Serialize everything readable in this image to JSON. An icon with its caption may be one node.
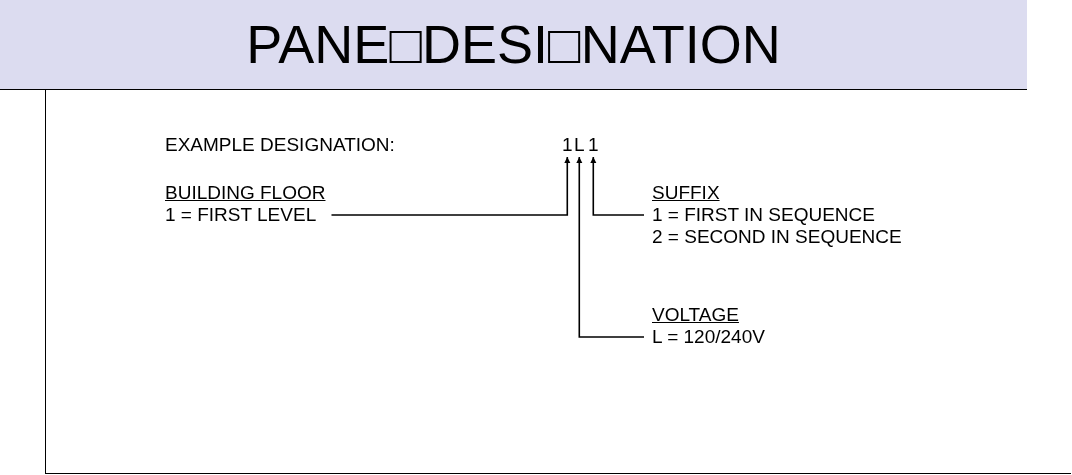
{
  "diagram": {
    "title": "PANE□DESI□NATION",
    "nodes": [
      {
        "text": [
          "1"
        ]
      },
      {
        "text": [
          "L"
        ]
      },
      {
        "text": [
          "1"
        ]
      },
      {
        "text": [
          "BUILDING FLOOR",
          "1 = FIRST LEVEL"
        ]
      },
      {
        "text": [
          "SUFFIX",
          "1 = FIRST IN SEQUENCE",
          "2 = SECOND IN SEQUENCE"
        ]
      },
      {
        "text": [
          "VOLTAGE",
          "L = 120/240V"
        ]
      }
    ],
    "edges": [
      {
        "from": 3,
        "to": 0,
        "arrow": "to"
      },
      {
        "from": 4,
        "to": 2,
        "arrow": "to"
      },
      {
        "from": 5,
        "to": 1,
        "arrow": "to"
      }
    ],
    "labels": [
      "EXAMPLE DESIGNATION:"
    ]
  }
}
